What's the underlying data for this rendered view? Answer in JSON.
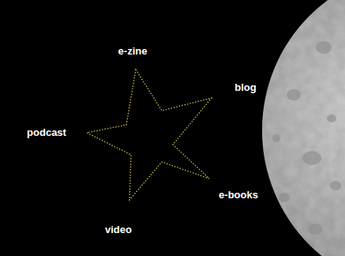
{
  "diagram": {
    "labels": [
      "e-zine",
      "blog",
      "podcast",
      "e-books",
      "video"
    ]
  }
}
